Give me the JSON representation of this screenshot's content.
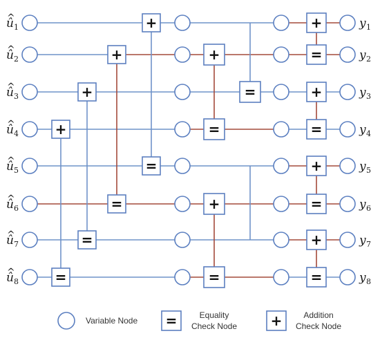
{
  "inputs": [
    {
      "symbol": "û",
      "sub": "1"
    },
    {
      "symbol": "û",
      "sub": "2"
    },
    {
      "symbol": "û",
      "sub": "3"
    },
    {
      "symbol": "û",
      "sub": "4"
    },
    {
      "symbol": "û",
      "sub": "5"
    },
    {
      "symbol": "û",
      "sub": "6"
    },
    {
      "symbol": "û",
      "sub": "7"
    },
    {
      "symbol": "û",
      "sub": "8"
    }
  ],
  "outputs": [
    {
      "symbol": "y",
      "sub": "1"
    },
    {
      "symbol": "y",
      "sub": "2"
    },
    {
      "symbol": "y",
      "sub": "3"
    },
    {
      "symbol": "y",
      "sub": "4"
    },
    {
      "symbol": "y",
      "sub": "5"
    },
    {
      "symbol": "y",
      "sub": "6"
    },
    {
      "symbol": "y",
      "sub": "7"
    },
    {
      "symbol": "y",
      "sub": "8"
    }
  ],
  "operators": {
    "addition": "+",
    "equality": "="
  },
  "legend": {
    "variable": "Variable Node",
    "equality_line1": "Equality",
    "equality_line2": "Check Node",
    "addition_line1": "Addition",
    "addition_line2": "Check Node"
  },
  "colors": {
    "blue": "#6f93c9",
    "red": "#a44a3a",
    "node": "#5b7fc0",
    "text": "#1a1a1a"
  }
}
